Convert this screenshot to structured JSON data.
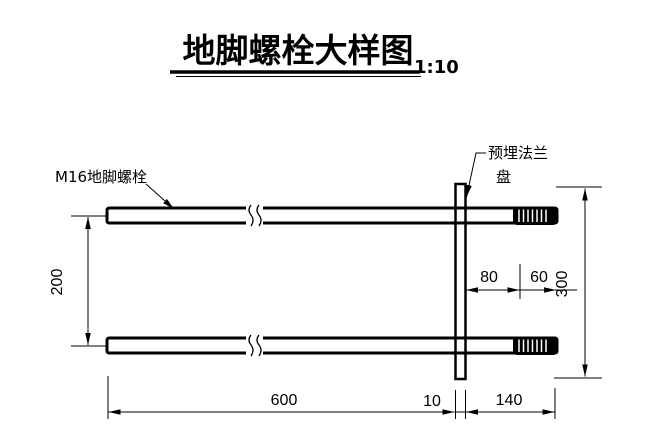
{
  "title": {
    "text": "地脚螺栓大样图",
    "scale": "1:10"
  },
  "labels": {
    "bolt_label": "M16地脚螺栓",
    "flange_label_line1": "预埋法兰",
    "flange_label_line2": "盘"
  },
  "dimensions": {
    "bolt_center_spacing": "200",
    "flange_plate_height": "300",
    "thread_offset": "80",
    "thread_length": "60",
    "bolt_length": "600",
    "flange_thickness": "10",
    "embed_length": "140"
  },
  "colors": {
    "line": "#000000",
    "background": "#ffffff"
  }
}
